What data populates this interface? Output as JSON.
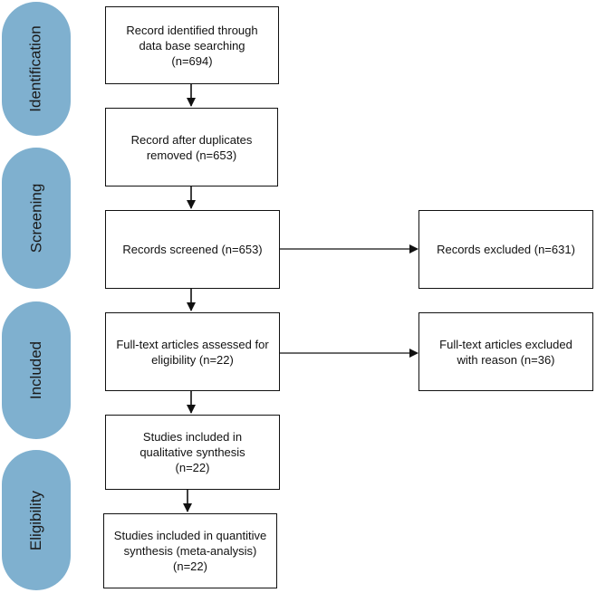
{
  "stages": [
    {
      "id": "identification",
      "label": "Identification"
    },
    {
      "id": "screening",
      "label": "Screening"
    },
    {
      "id": "included",
      "label": "Included"
    },
    {
      "id": "eligibility",
      "label": "Eligibility"
    }
  ],
  "boxes": {
    "identified": "Record identified through data base searching (n=694)",
    "after_duplicates": "Record after duplicates removed (n=653)",
    "screened": "Records screened (n=653)",
    "excluded": "Records excluded (n=631)",
    "full_text_assessed": "Full-text articles assessed for eligibility (n=22)",
    "full_text_excluded": "Full-text articles excluded with reason (n=36)",
    "qualitative": "Studies included in qualitative synthesis (n=22)",
    "quantitative": "Studies included in quantitive synthesis (meta-analysis) (n=22)"
  }
}
